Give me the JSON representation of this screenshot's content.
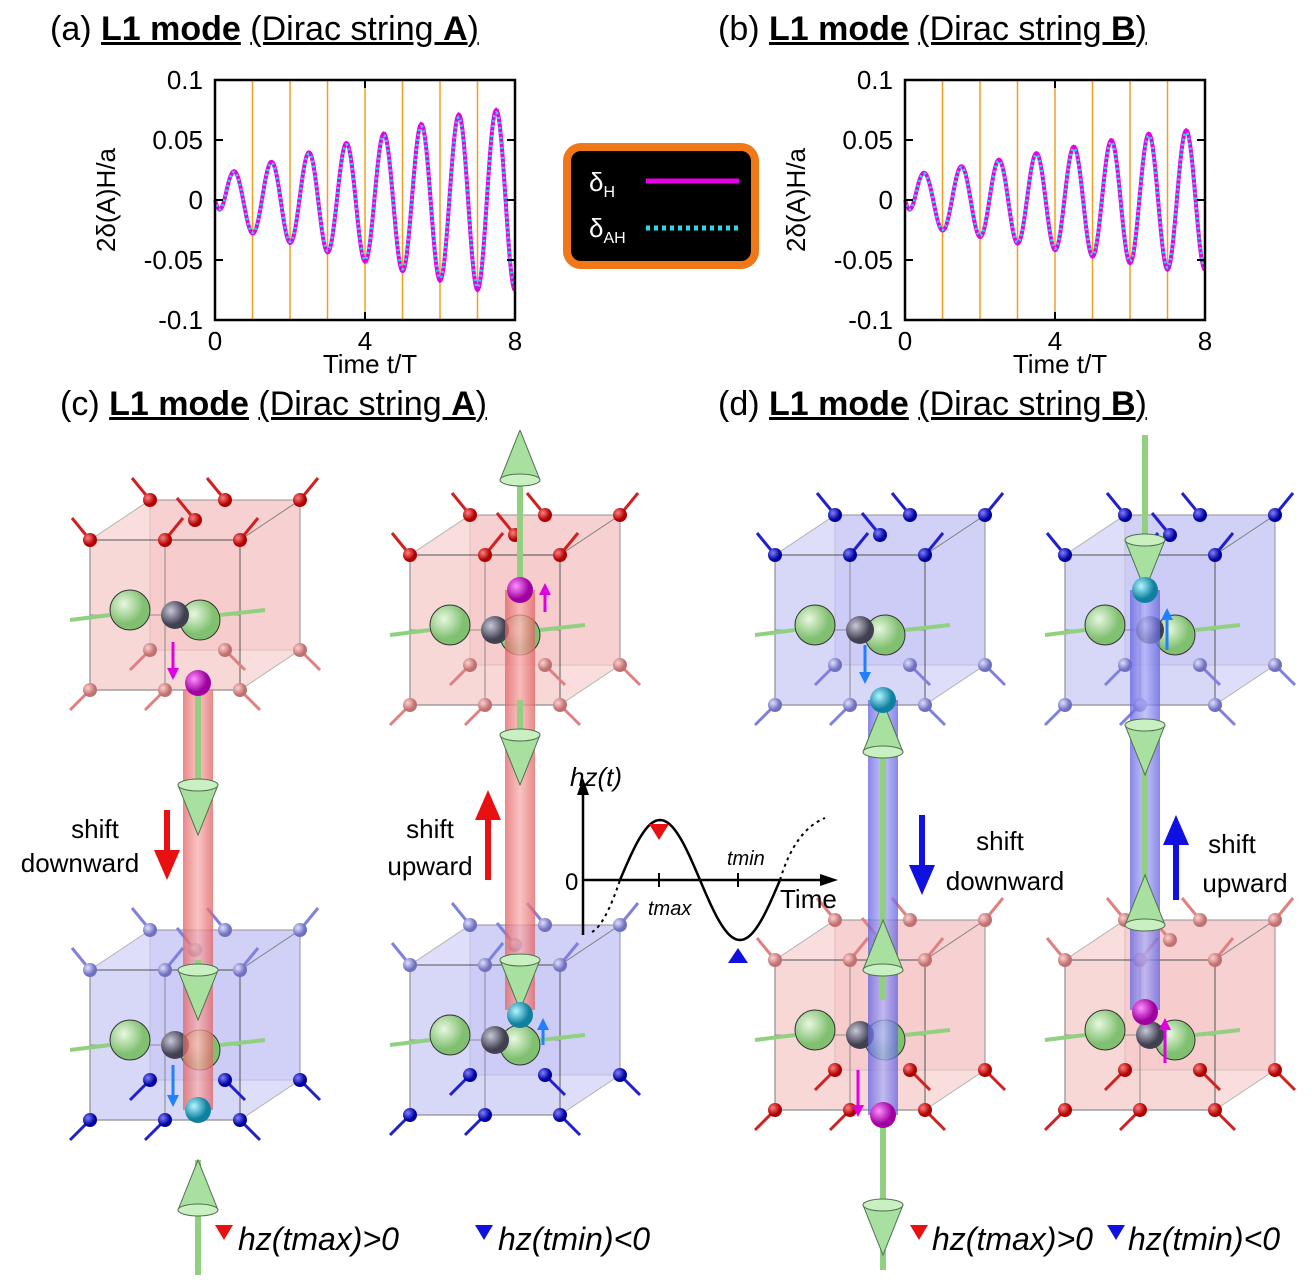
{
  "panels": {
    "a": {
      "label": "(a)",
      "mode": "L1 mode",
      "open": "(Dirac string ",
      "string": "A",
      "close": ")"
    },
    "b": {
      "label": "(b)",
      "mode": "L1 mode",
      "open": "(Dirac string ",
      "string": "B",
      "close": ")"
    },
    "c": {
      "label": "(c)",
      "mode": "L1 mode",
      "open": "(Dirac string ",
      "string": "A",
      "close": ")"
    },
    "d": {
      "label": "(d)",
      "mode": "L1 mode",
      "open": "(Dirac string ",
      "string": "B",
      "close": ")"
    }
  },
  "plot_axes": {
    "ylabel": "2δ(A)H/a",
    "xlabel": "Time t/T",
    "yticks": [
      "0.1",
      "0.05",
      "0",
      "-0.05",
      "-0.1"
    ],
    "xticks": [
      "0",
      "4",
      "8"
    ]
  },
  "legend": {
    "h_label": "δH",
    "ah_label": "δAH",
    "h_color": "#e600e6",
    "ah_color": "#22dde8",
    "border_color": "#f07818"
  },
  "chart_data": [
    {
      "type": "line",
      "title": "L1 mode (Dirac string A)",
      "xlabel": "Time t/T",
      "ylabel": "2δ(A)H/a",
      "xlim": [
        0,
        8
      ],
      "ylim": [
        -0.1,
        0.1
      ],
      "amplitude_growth": [
        0.02,
        0.075
      ],
      "period": 1,
      "series": [
        {
          "name": "δH",
          "color": "#e600e6",
          "style": "solid"
        },
        {
          "name": "δAH",
          "color": "#22dde8",
          "style": "dotted"
        }
      ],
      "vertical_lines_at": [
        1,
        2,
        3,
        4,
        5,
        6,
        7
      ]
    },
    {
      "type": "line",
      "title": "L1 mode (Dirac string B)",
      "xlabel": "Time t/T",
      "ylabel": "2δ(A)H/a",
      "xlim": [
        0,
        8
      ],
      "ylim": [
        -0.1,
        0.1
      ],
      "amplitude_growth": [
        0.02,
        0.058
      ],
      "period": 1,
      "series": [
        {
          "name": "δH",
          "color": "#e600e6",
          "style": "solid"
        },
        {
          "name": "δAH",
          "color": "#22dde8",
          "style": "dotted"
        }
      ],
      "vertical_lines_at": [
        1,
        2,
        3,
        4,
        5,
        6,
        7
      ]
    }
  ],
  "annotations": {
    "shift_down_1": "shift",
    "shift_down_2": "downward",
    "shift_up_1": "shift",
    "shift_up_2": "upward",
    "inset_ylabel": "hz(t)",
    "inset_zero": "0",
    "inset_tmax": "tmax",
    "inset_tmin": "tmin",
    "inset_time": "Time",
    "cond_max": "hz(tmax)>0",
    "cond_min": "hz(tmin)<0"
  },
  "colors": {
    "red_arrow": "#e81010",
    "blue_arrow": "#1010e0",
    "green_arrow": "#a8e0a0",
    "pink_cube": "#f4c8c8",
    "blue_cube": "#c8c8f4"
  }
}
